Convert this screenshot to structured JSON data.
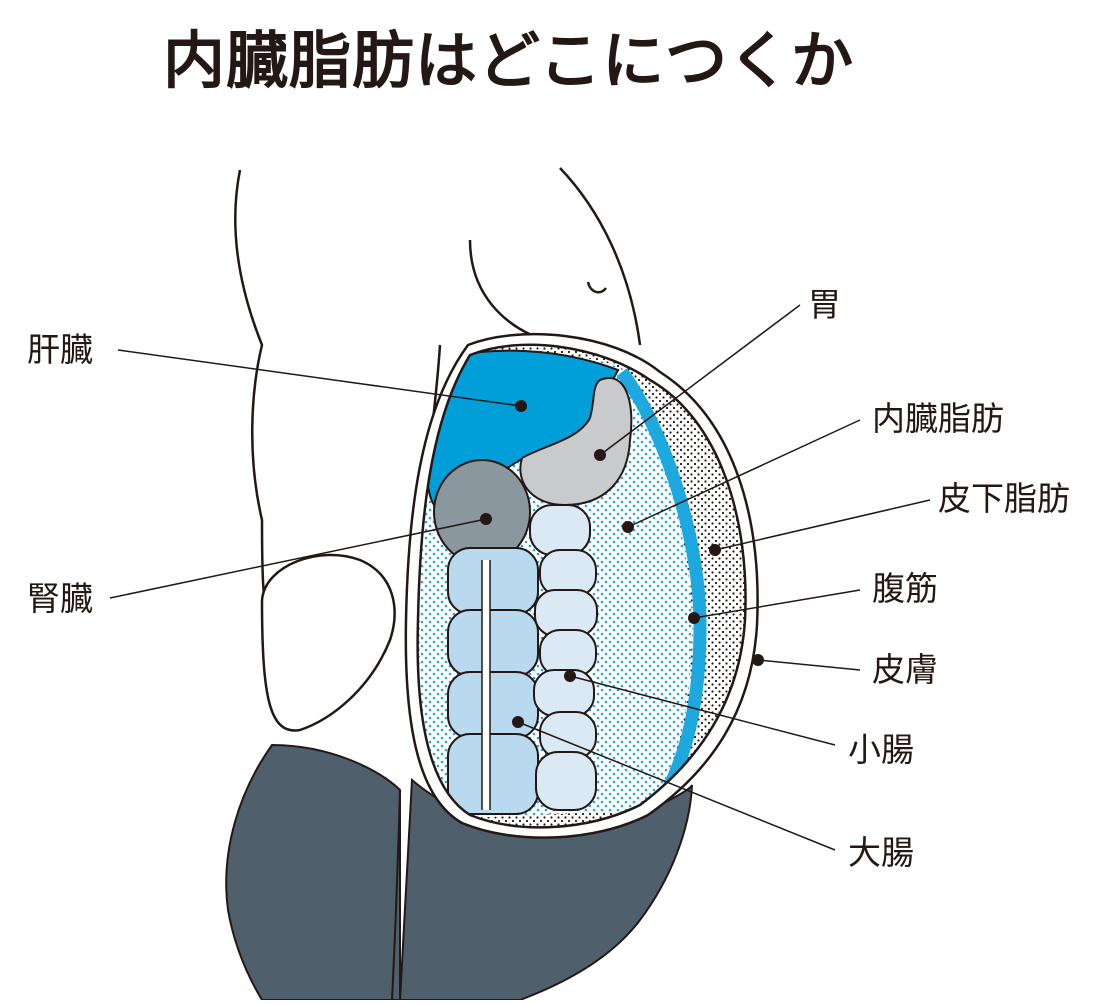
{
  "title": "内臓脂肪はどこにつくか",
  "labels": {
    "liver": "肝臓",
    "kidney": "腎臓",
    "stomach": "胃",
    "visceral_fat": "内臓脂肪",
    "subcutaneous_fat": "皮下脂肪",
    "abdominal_muscle": "腹筋",
    "skin": "皮膚",
    "small_intestine": "小腸",
    "large_intestine": "大腸"
  },
  "colors": {
    "liver": "#009fd9",
    "muscle": "#1ea8e0",
    "stomach": "#c9cacb",
    "kidney": "#8a979f",
    "large_intestine": "#b9d9ef",
    "small_intestine": "#dbe9f4",
    "clothing": "#4f5f6b",
    "outline": "#231815"
  }
}
